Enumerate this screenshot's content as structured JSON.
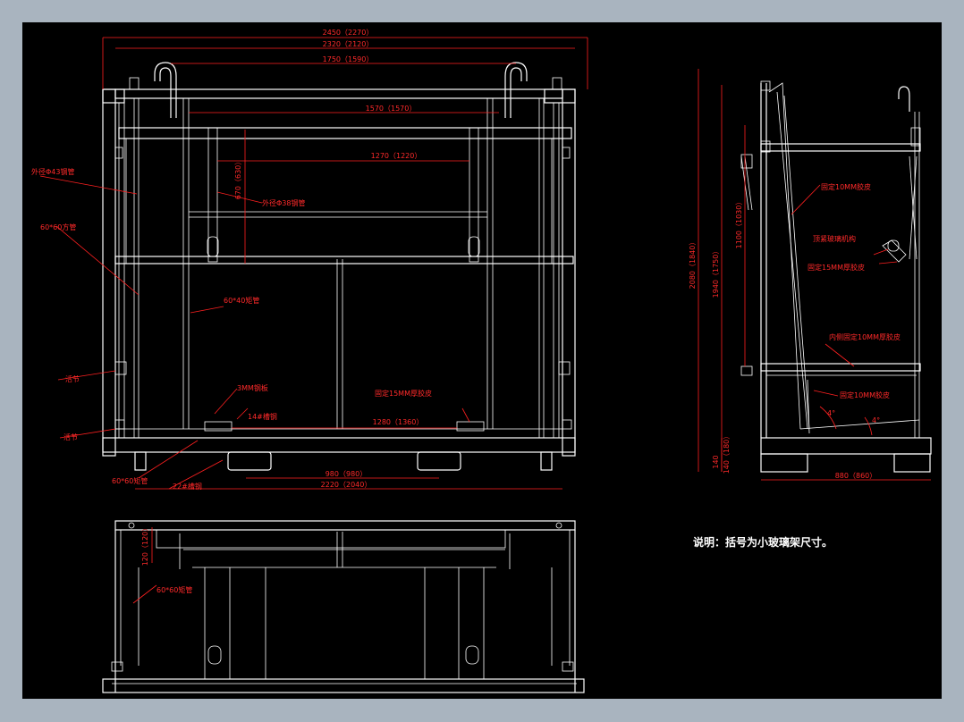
{
  "colors": {
    "canvas": "#000000",
    "outer": "#a9b4bf",
    "lines": "#ffffff",
    "dims": "#ff2020"
  },
  "front_dims": {
    "overall_width": "2450（2270）",
    "width_2": "2320（2120）",
    "width_3": "1750（1590）",
    "inner_width": "1570（1570）",
    "mid_width": "1270（1220）",
    "height_670": "670（630）",
    "base_1280": "1280（1360）",
    "base_980": "980（980）",
    "base_2220": "2220（2040）"
  },
  "front_labels": {
    "pipe_43": "外径Φ43钢管",
    "pipe_38": "外径Φ38钢管",
    "square_60": "60*60方管",
    "rect_60_40": "60*40矩管",
    "plate_3mm": "3MM钢板",
    "rubber_15": "固定15MM厚胶皮",
    "channel_14": "14#槽钢",
    "hinge_1": "活节",
    "hinge_2": "活节",
    "rect_60_60": "60*60矩管",
    "channel_22": "22#槽钢"
  },
  "side_dims": {
    "h_2080": "2080（1840）",
    "h_1940": "1940（1750）",
    "h_1100": "1100（1030）",
    "h_140": "140（180）",
    "h_100": "140",
    "depth": "880（860）"
  },
  "side_labels": {
    "rubber_10_top": "固定10MM胶皮",
    "clamp": "顶紧玻璃机构",
    "rubber_15": "固定15MM厚胶皮",
    "rubber_10_inner": "内侧固定10MM厚胶皮",
    "rubber_10_bottom": "固定10MM胶皮",
    "angle_1": "4°",
    "angle_2": "4°"
  },
  "bottom_labels": {
    "dim_120": "120（120）",
    "rect": "60*60矩管"
  },
  "note": "说明：括号为小玻璃架尺寸。"
}
